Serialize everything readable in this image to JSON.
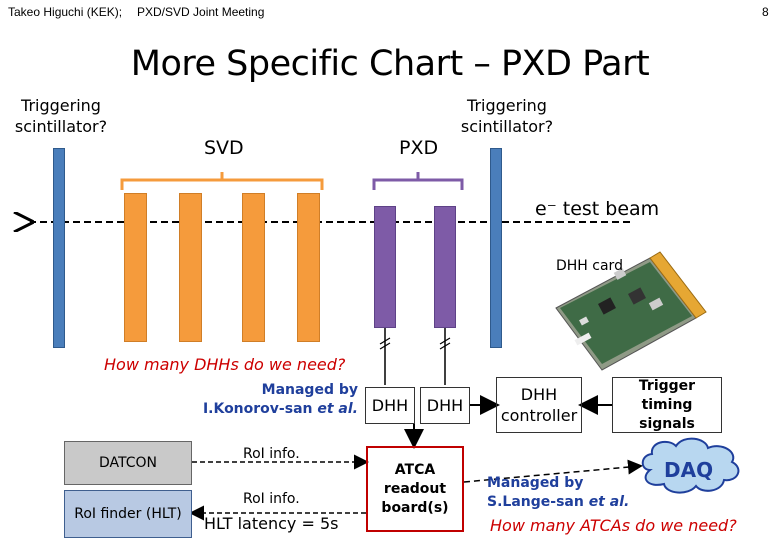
{
  "header": {
    "author": "Takeo Higuchi (KEK);",
    "meeting": "PXD/SVD Joint Meeting",
    "page": "8"
  },
  "title": "More Specific Chart – PXD Part",
  "labels": {
    "trig_left": "Triggering scintillator?",
    "trig_right": "Triggering scintillator?",
    "svd": "SVD",
    "pxd": "PXD",
    "beam": "e⁻ test beam",
    "dhh_card": "DHH card",
    "q_dhh": "How many DHHs do we need?",
    "managed_konorov_1": "Managed by",
    "managed_konorov_2": "I.Konorov-san et al.",
    "dhh1": "DHH",
    "dhh2": "DHH",
    "dhh_controller": "DHH controller",
    "trigger_timing": "Trigger timing signals",
    "daq": "DAQ",
    "datcon": "DATCON",
    "roi_finder": "RoI finder (HLT)",
    "roi_info_1": "RoI info.",
    "roi_info_2": "RoI info.",
    "hlt_latency": "HLT latency = 5s",
    "atca": "ATCA readout board(s)",
    "managed_lange_1": "Managed by",
    "managed_lange_2": "S.Lange-san et al.",
    "q_atca": "How many ATCAs do we need?"
  },
  "colors": {
    "scintillator": "#4a7ebb",
    "svd": "#f59b3c",
    "pxd": "#7e5ba7",
    "atca": "#c00000",
    "roi_finder": "#b8c9e3",
    "datcon": "#c9c9c9",
    "question": "#cc0000",
    "managed": "#1f3f9c"
  }
}
